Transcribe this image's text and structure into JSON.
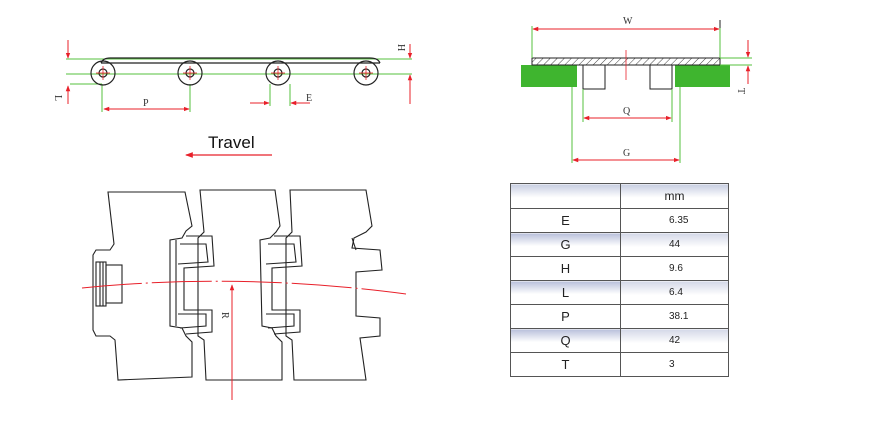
{
  "side_view": {
    "labels": {
      "H": "H",
      "L": "L",
      "P": "P",
      "E": "E"
    }
  },
  "end_view": {
    "labels": {
      "W": "W",
      "T": "T",
      "Q": "Q",
      "G": "G"
    }
  },
  "travel": {
    "label": "Travel"
  },
  "top_view": {
    "labels": {
      "R": "R"
    }
  },
  "spec_table": {
    "unit_header": "mm",
    "rows": [
      {
        "key": "E",
        "value": "6.35"
      },
      {
        "key": "G",
        "value": "44"
      },
      {
        "key": "H",
        "value": "9.6"
      },
      {
        "key": "L",
        "value": "6.4"
      },
      {
        "key": "P",
        "value": "38.1"
      },
      {
        "key": "Q",
        "value": "42"
      },
      {
        "key": "T",
        "value": "3"
      }
    ]
  },
  "colors": {
    "dimension": "#e8202a",
    "guide": "#56c23e",
    "support": "#3fb52f",
    "outline": "#222222",
    "table_shade": "#b9c0db"
  }
}
